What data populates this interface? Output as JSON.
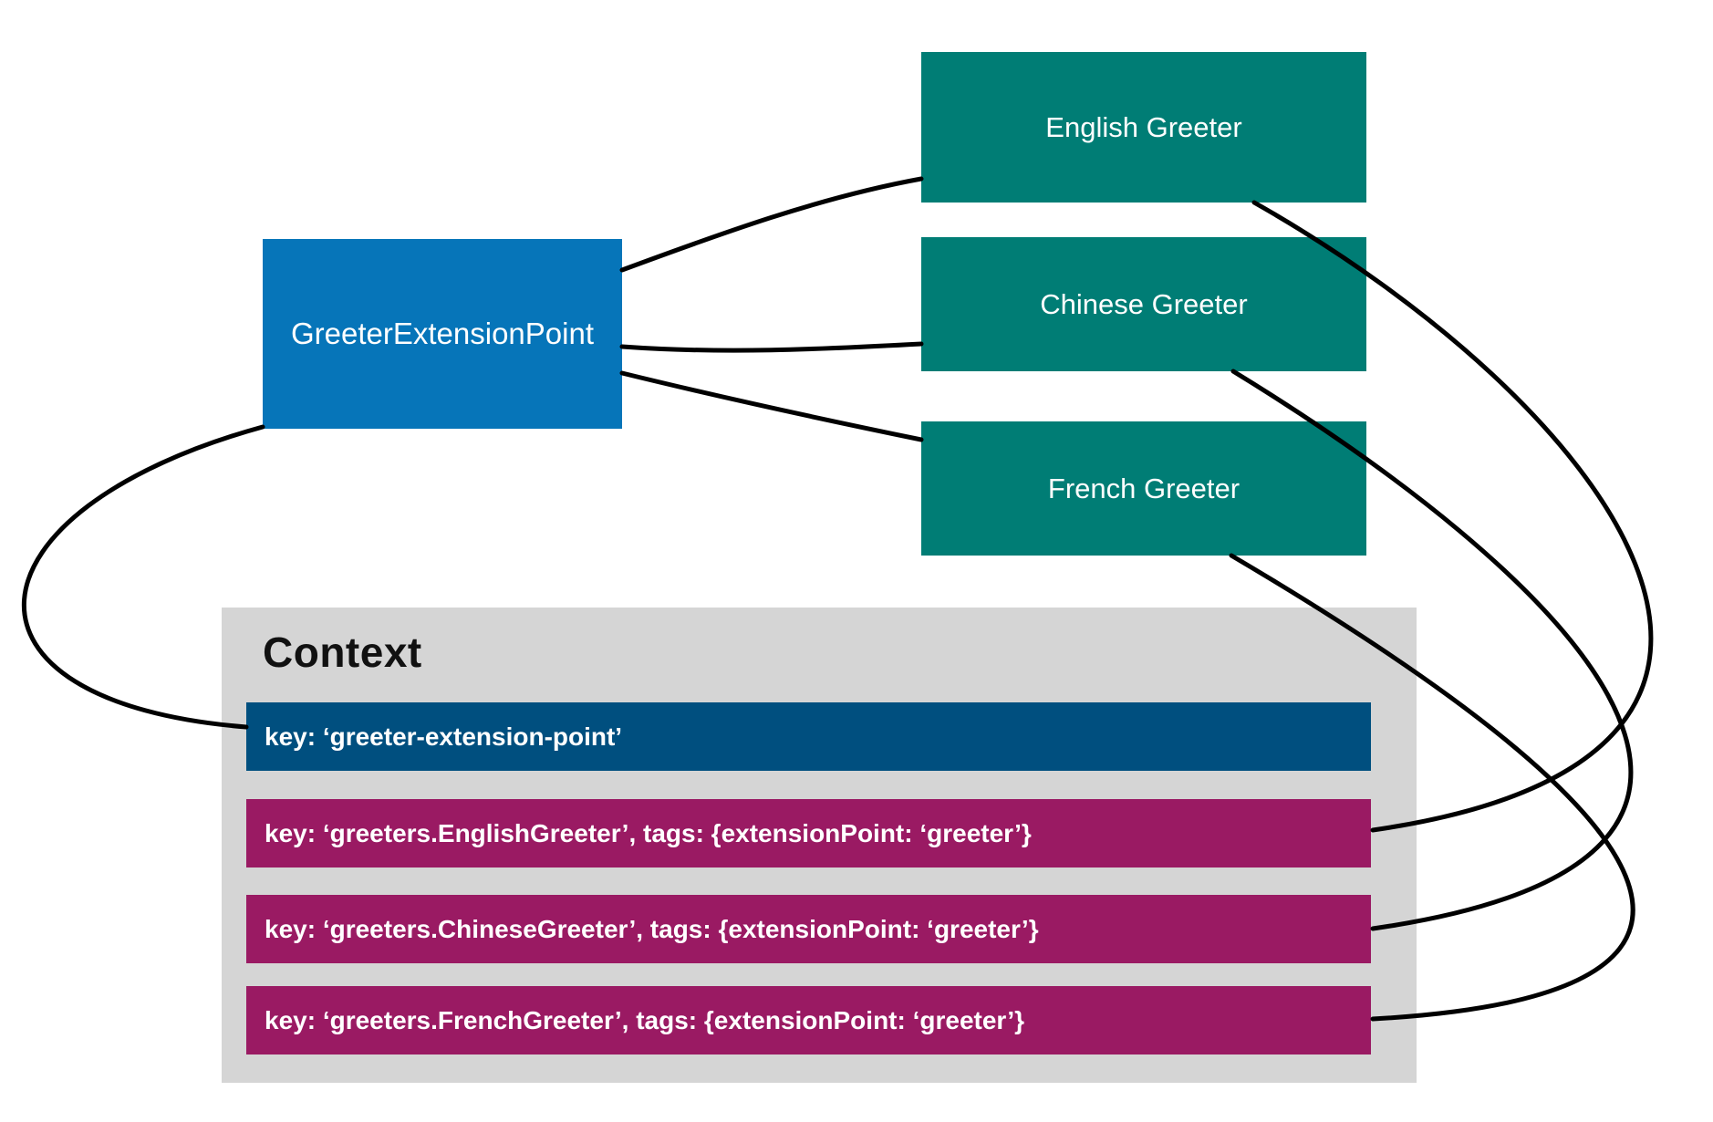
{
  "colors": {
    "extension_point_blue": "#0675B9",
    "greeter_teal": "#007D75",
    "context_gray": "#D5D5D5",
    "context_key_blue": "#004F7F",
    "context_key_magenta": "#9A1A63",
    "connector_black": "#000000",
    "text_white": "#FFFFFF",
    "title_black": "#111111"
  },
  "nodes": {
    "extension_point": {
      "label": "GreeterExtensionPoint"
    },
    "greeters": [
      {
        "label": "English Greeter"
      },
      {
        "label": "Chinese Greeter"
      },
      {
        "label": "French Greeter"
      }
    ]
  },
  "context": {
    "title": "Context",
    "entries": [
      {
        "text": "key: ‘greeter-extension-point’"
      },
      {
        "text": "key: ‘greeters.EnglishGreeter’, tags: {extensionPoint: ‘greeter’}"
      },
      {
        "text": "key: ‘greeters.ChineseGreeter’, tags: {extensionPoint: ‘greeter’}"
      },
      {
        "text": "key: ‘greeters.FrenchGreeter’, tags: {extensionPoint: ‘greeter’}"
      }
    ]
  }
}
